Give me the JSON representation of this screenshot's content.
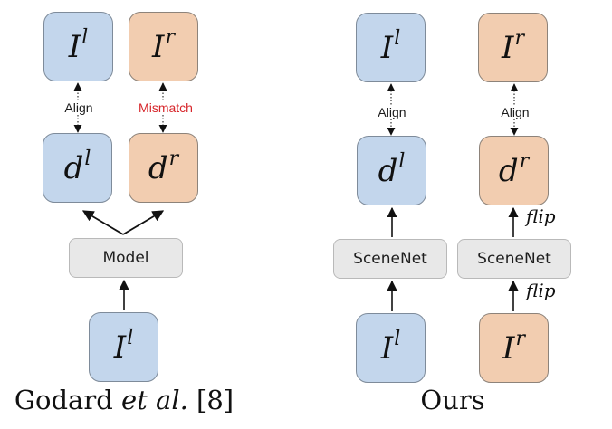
{
  "left_panel": {
    "caption_author": "Godard",
    "caption_etal": "et al.",
    "caption_ref": "[8]",
    "top_left": {
      "symbol": "I",
      "sup": "l"
    },
    "top_right": {
      "symbol": "I",
      "sup": "r"
    },
    "mid_left": {
      "symbol": "d",
      "sup": "l"
    },
    "mid_right": {
      "symbol": "d",
      "sup": "r"
    },
    "align_label": "Align",
    "mismatch_label": "Mismatch",
    "model_label": "Model",
    "input": {
      "symbol": "I",
      "sup": "l"
    }
  },
  "right_panel": {
    "caption": "Ours",
    "top_left": {
      "symbol": "I",
      "sup": "l"
    },
    "top_right": {
      "symbol": "I",
      "sup": "r"
    },
    "mid_left": {
      "symbol": "d",
      "sup": "l"
    },
    "mid_right": {
      "symbol": "d",
      "sup": "r"
    },
    "align_left_label": "Align",
    "align_right_label": "Align",
    "net_left_label": "SceneNet",
    "net_right_label": "SceneNet",
    "flip_upper_label": "flip",
    "flip_lower_label": "flip",
    "input_left": {
      "symbol": "I",
      "sup": "l"
    },
    "input_right": {
      "symbol": "I",
      "sup": "r"
    }
  },
  "colors": {
    "left_view": "#c3d6ec",
    "right_view": "#f2cdb0",
    "network": "#e8e8e8",
    "mismatch": "#d7262b"
  }
}
